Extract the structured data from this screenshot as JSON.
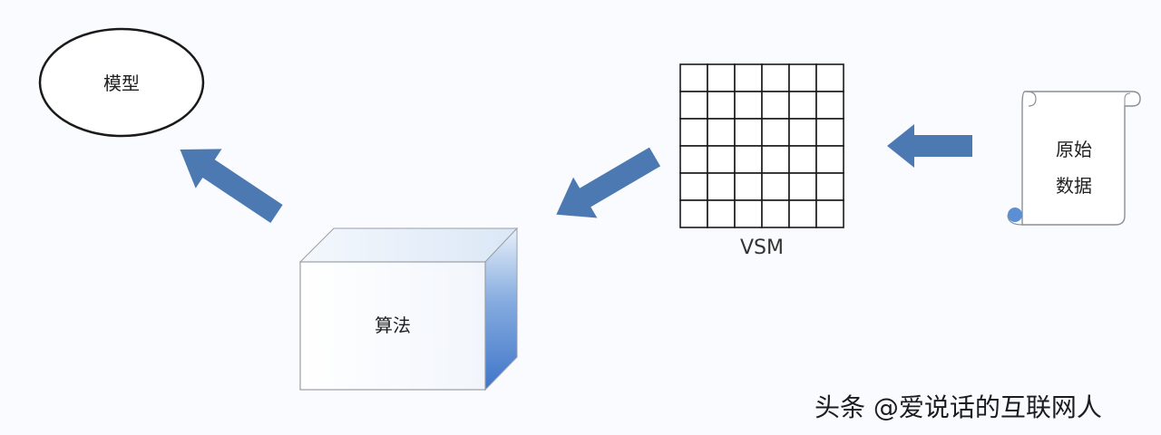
{
  "nodes": {
    "model": "模型",
    "algorithm": "算法",
    "vsm": "VSM",
    "raw_data_line1": "原始",
    "raw_data_line2": "数据"
  },
  "matrix": {
    "rows": 6,
    "cols": 6
  },
  "colors": {
    "arrow": "#4d79b2",
    "box_gradient_light": "#e8f0fb",
    "box_gradient_dark": "#3f75c8",
    "scroll_curl": "#5b8fd4"
  },
  "watermark": "头条 @爱说话的互联网人"
}
